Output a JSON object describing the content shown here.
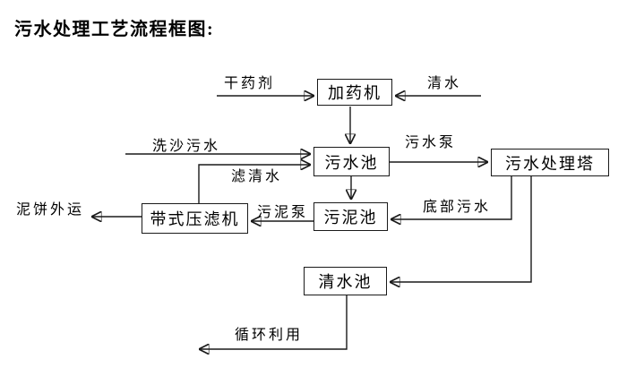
{
  "title": "污水处理工艺流程框图:",
  "nodes": {
    "dosing_machine": "加药机",
    "sewage_pool": "污水池",
    "treatment_tower": "污水处理塔",
    "sludge_pool": "污泥池",
    "belt_filter_press": "带式压滤机",
    "clean_water_pool": "清水池"
  },
  "flow_labels": {
    "dry_agent": "干药剂",
    "clean_water": "清水",
    "sand_washing_sewage": "洗沙污水",
    "sewage_pump": "污水泵",
    "filtered_clean_water": "滤清水",
    "bottom_sewage": "底部污水",
    "sludge_pump": "污泥泵",
    "mud_cake_out": "泥饼外运",
    "recycle_use": "循环利用"
  },
  "colors": {
    "line": "#1a1a1a",
    "text": "#000000",
    "background": "#ffffff"
  }
}
